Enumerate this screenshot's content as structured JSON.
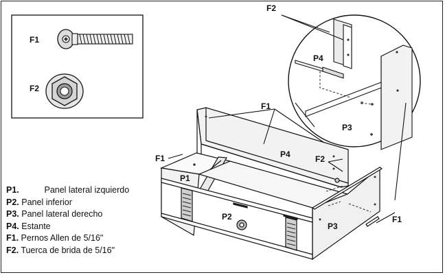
{
  "inset": {
    "items": [
      {
        "code": "F1",
        "icon": "bolt-icon"
      },
      {
        "code": "F2",
        "icon": "flange-nut-icon"
      }
    ]
  },
  "callouts": {
    "f1_left": "F1",
    "f1_top": "F1",
    "f1_right": "F1",
    "f2_top": "F2",
    "f2_mid": "F2",
    "p1": "P1",
    "p2": "P2",
    "p3": "P3",
    "p4_mid": "P4",
    "p4_zoom": "P4",
    "p3_zoom": "P3"
  },
  "legend": [
    {
      "code": "P1.",
      "text": "Panel lateral izquierdo"
    },
    {
      "code": "P2.",
      "text": "Panel inferior"
    },
    {
      "code": "P3.",
      "text": "Panel lateral derecho"
    },
    {
      "code": "P4.",
      "text": "Estante"
    },
    {
      "code": "F1.",
      "text": "Pernos Allen de 5/16\""
    },
    {
      "code": "F2.",
      "text": "Tuerca de brida de 5/16\""
    }
  ]
}
